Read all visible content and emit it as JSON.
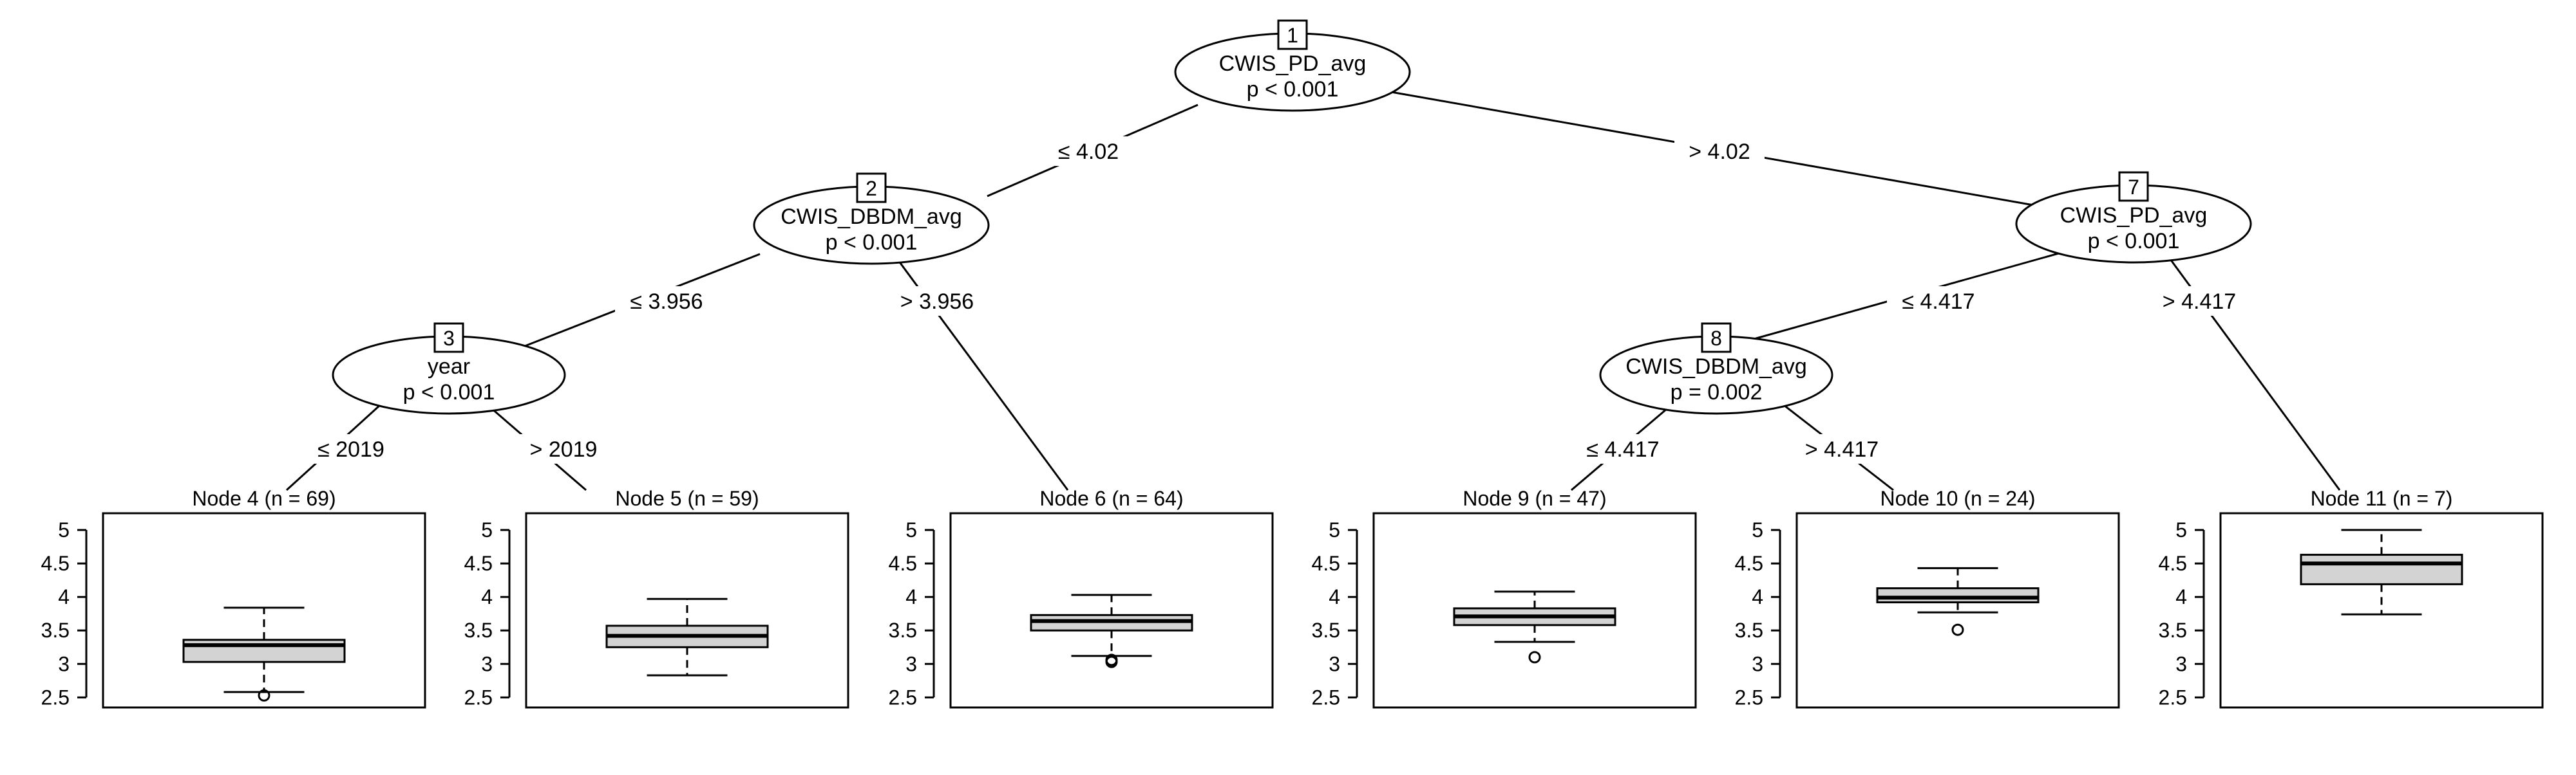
{
  "tree": {
    "inner_nodes": [
      {
        "id": "1",
        "variable": "CWIS_PD_avg",
        "pvalue": "p < 0.001"
      },
      {
        "id": "2",
        "variable": "CWIS_DBDM_avg",
        "pvalue": "p < 0.001"
      },
      {
        "id": "3",
        "variable": "year",
        "pvalue": "p < 0.001"
      },
      {
        "id": "7",
        "variable": "CWIS_PD_avg",
        "pvalue": "p < 0.001"
      },
      {
        "id": "8",
        "variable": "CWIS_DBDM_avg",
        "pvalue": "p = 0.002"
      }
    ],
    "edges": [
      {
        "from": "1",
        "to": "2",
        "label": "≤ 4.02"
      },
      {
        "from": "1",
        "to": "7",
        "label": "> 4.02"
      },
      {
        "from": "2",
        "to": "3",
        "label": "≤ 3.956"
      },
      {
        "from": "2",
        "to": "6",
        "label": "> 3.956"
      },
      {
        "from": "3",
        "to": "4",
        "label": "≤ 2019"
      },
      {
        "from": "3",
        "to": "5",
        "label": "> 2019"
      },
      {
        "from": "7",
        "to": "8",
        "label": "≤ 4.417"
      },
      {
        "from": "7",
        "to": "11",
        "label": "> 4.417"
      },
      {
        "from": "8",
        "to": "9",
        "label": "≤ 4.417"
      },
      {
        "from": "8",
        "to": "10",
        "label": "> 4.417"
      }
    ],
    "terminal_nodes": [
      {
        "id": "4",
        "title": "Node 4 (n = 69)"
      },
      {
        "id": "5",
        "title": "Node 5 (n = 59)"
      },
      {
        "id": "6",
        "title": "Node 6 (n = 64)"
      },
      {
        "id": "9",
        "title": "Node 9 (n = 47)"
      },
      {
        "id": "10",
        "title": "Node 10 (n = 24)"
      },
      {
        "id": "11",
        "title": "Node 11 (n = 7)"
      }
    ]
  },
  "chart_data": {
    "type": "boxplot",
    "ylim": [
      2.35,
      5.25
    ],
    "yticks": [
      "2.5",
      "3",
      "3.5",
      "4",
      "4.5",
      "5"
    ],
    "boxes": [
      {
        "node": "4",
        "min": 2.58,
        "q1": 3.03,
        "median": 3.28,
        "q3": 3.36,
        "max": 3.84,
        "outliers": [
          2.53
        ]
      },
      {
        "node": "5",
        "min": 2.83,
        "q1": 3.25,
        "median": 3.42,
        "q3": 3.57,
        "max": 3.97,
        "outliers": []
      },
      {
        "node": "6",
        "min": 3.12,
        "q1": 3.5,
        "median": 3.64,
        "q3": 3.73,
        "max": 4.03,
        "outliers": [
          3.03,
          3.06
        ]
      },
      {
        "node": "9",
        "min": 3.33,
        "q1": 3.58,
        "median": 3.71,
        "q3": 3.83,
        "max": 4.08,
        "outliers": [
          3.1
        ]
      },
      {
        "node": "10",
        "min": 3.77,
        "q1": 3.92,
        "median": 3.99,
        "q3": 4.13,
        "max": 4.43,
        "outliers": [
          3.51
        ]
      },
      {
        "node": "11",
        "min": 3.74,
        "q1": 4.19,
        "median": 4.5,
        "q3": 4.63,
        "max": 5.0,
        "outliers": []
      }
    ],
    "box_fill": "#d3d3d3"
  }
}
